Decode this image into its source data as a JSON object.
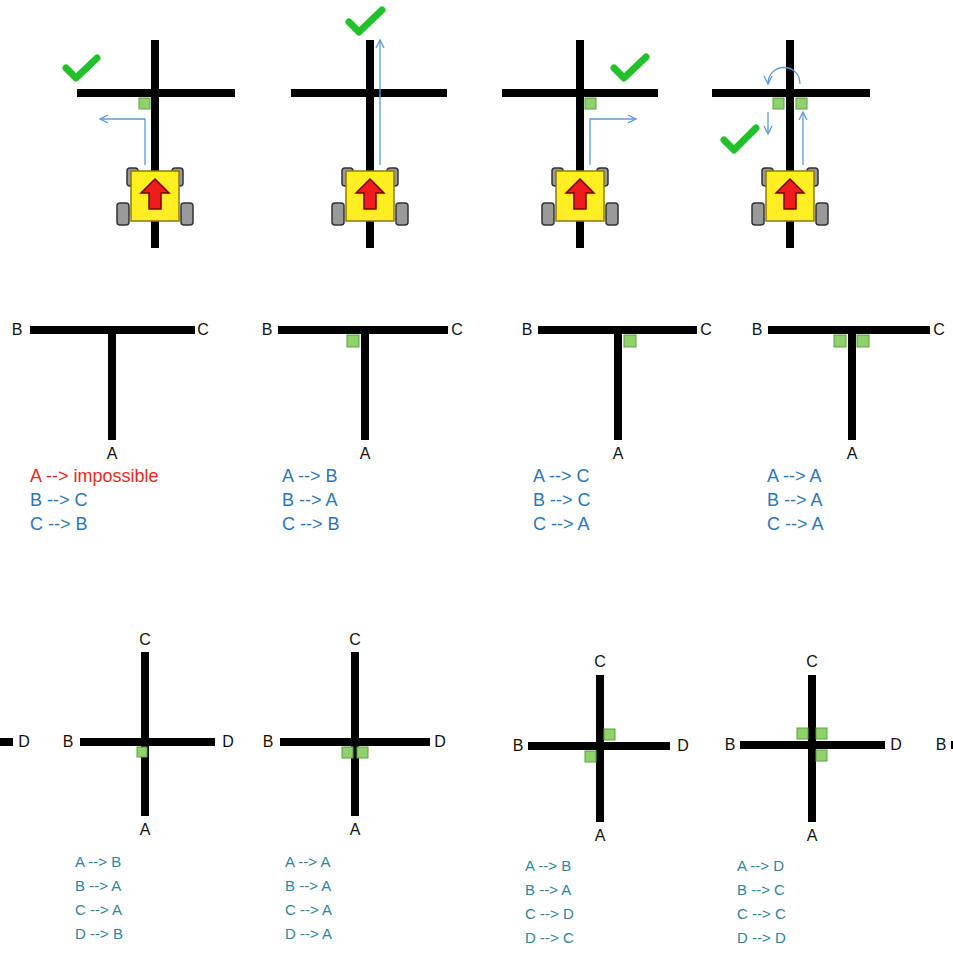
{
  "diagram": {
    "labels": [
      "B",
      "C",
      "A",
      "A --> impossible",
      "B --> C",
      "C --> B",
      "B",
      "C",
      "A",
      "A --> B",
      "B --> A",
      "C --> B",
      "B",
      "C",
      "A",
      "A --> C",
      "B --> C",
      "C --> A",
      "B",
      "C",
      "A",
      "A --> A",
      "B --> A",
      "C --> A",
      "D",
      "C",
      "B",
      "D",
      "A",
      "A --> B",
      "B --> A",
      "C --> A",
      "D --> B",
      "C",
      "B",
      "D",
      "A",
      "A --> A",
      "B --> A",
      "C --> A",
      "D --> A",
      "C",
      "B",
      "D",
      "A",
      "A --> B",
      "B --> A",
      "C --> D",
      "D --> C",
      "C",
      "B",
      "D",
      "A",
      "A --> D",
      "B --> C",
      "C --> C",
      "D --> D",
      "B"
    ]
  }
}
